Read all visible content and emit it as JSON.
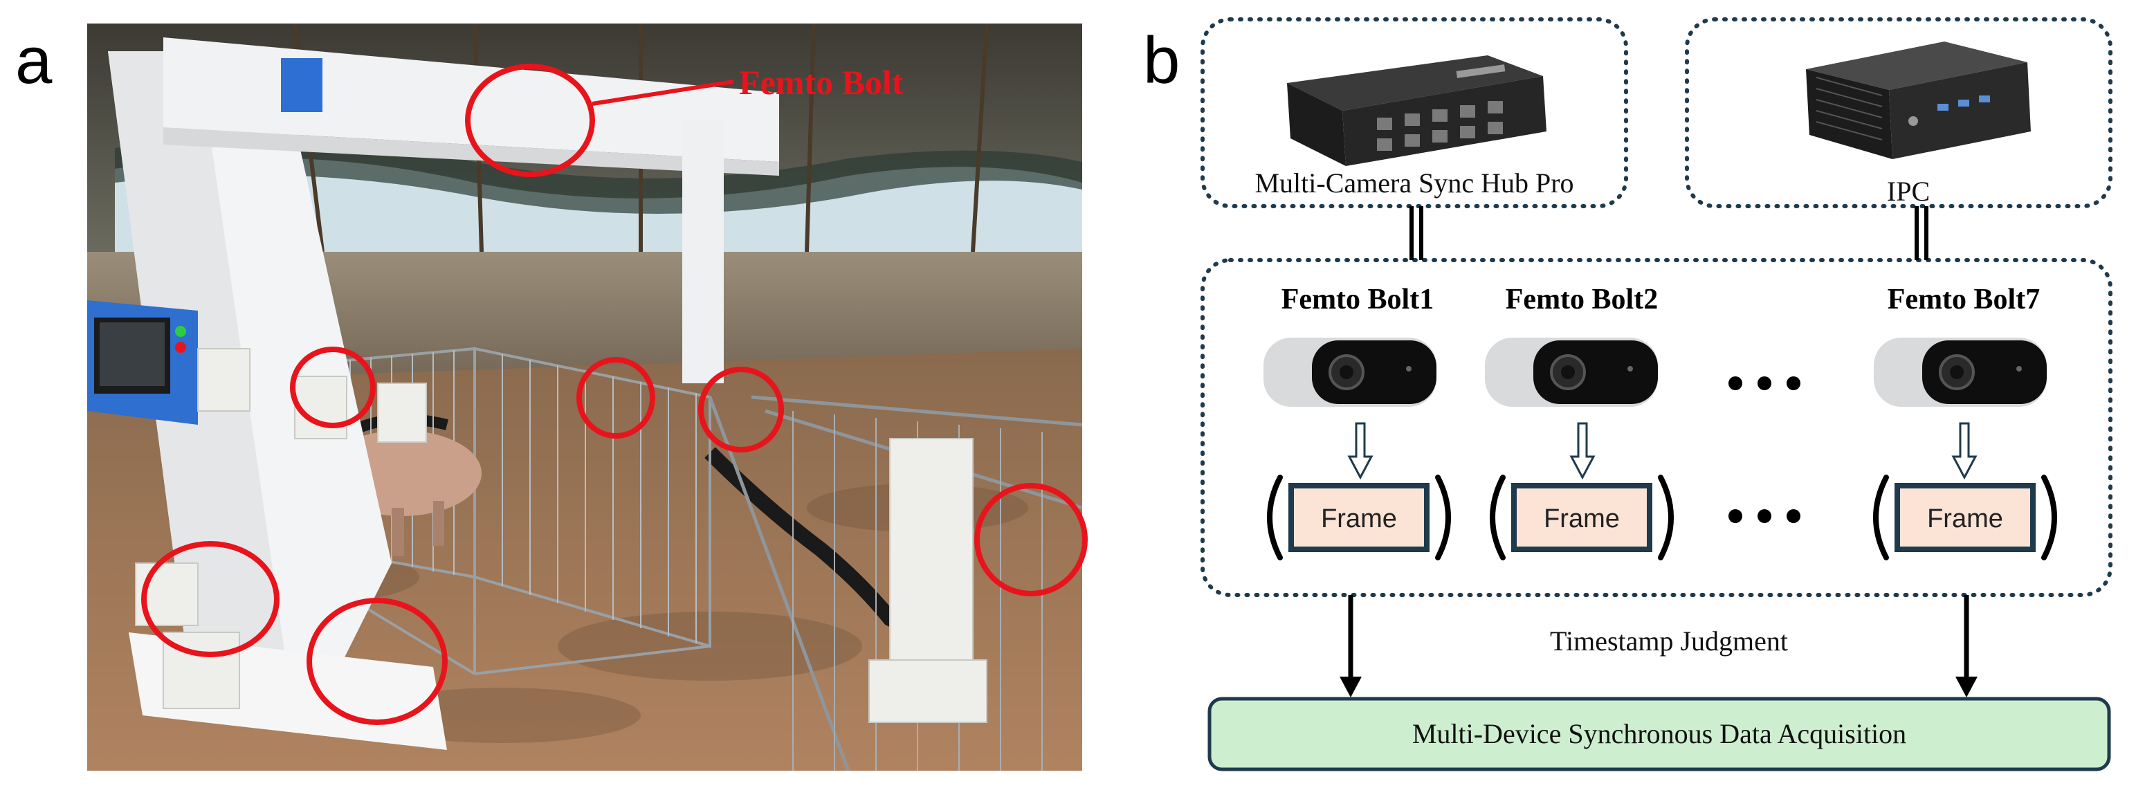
{
  "panels": {
    "a_letter": "a",
    "b_letter": "b"
  },
  "photo": {
    "callout_label": "Femto Bolt",
    "callout_color": "#e8141c",
    "num_circled_cameras": 7
  },
  "hub": {
    "label": "Multi-Camera Sync Hub Pro"
  },
  "ipc": {
    "label": "IPC"
  },
  "cameras": [
    {
      "name": "Femto Bolt1",
      "frame_label": "Frame"
    },
    {
      "name": "Femto Bolt2",
      "frame_label": "Frame"
    },
    {
      "name": "Femto Bolt7",
      "frame_label": "Frame"
    }
  ],
  "timestamp_label": "Timestamp Judgment",
  "acquisition_label": "Multi-Device Synchronous Data Acquisition",
  "colors": {
    "dotted_border": "#1f3a4d",
    "frame_fill": "#fbe3d6",
    "frame_border": "#1f3a4d",
    "acquisition_fill": "#cdeecf",
    "acquisition_border": "#1f3a4d"
  }
}
